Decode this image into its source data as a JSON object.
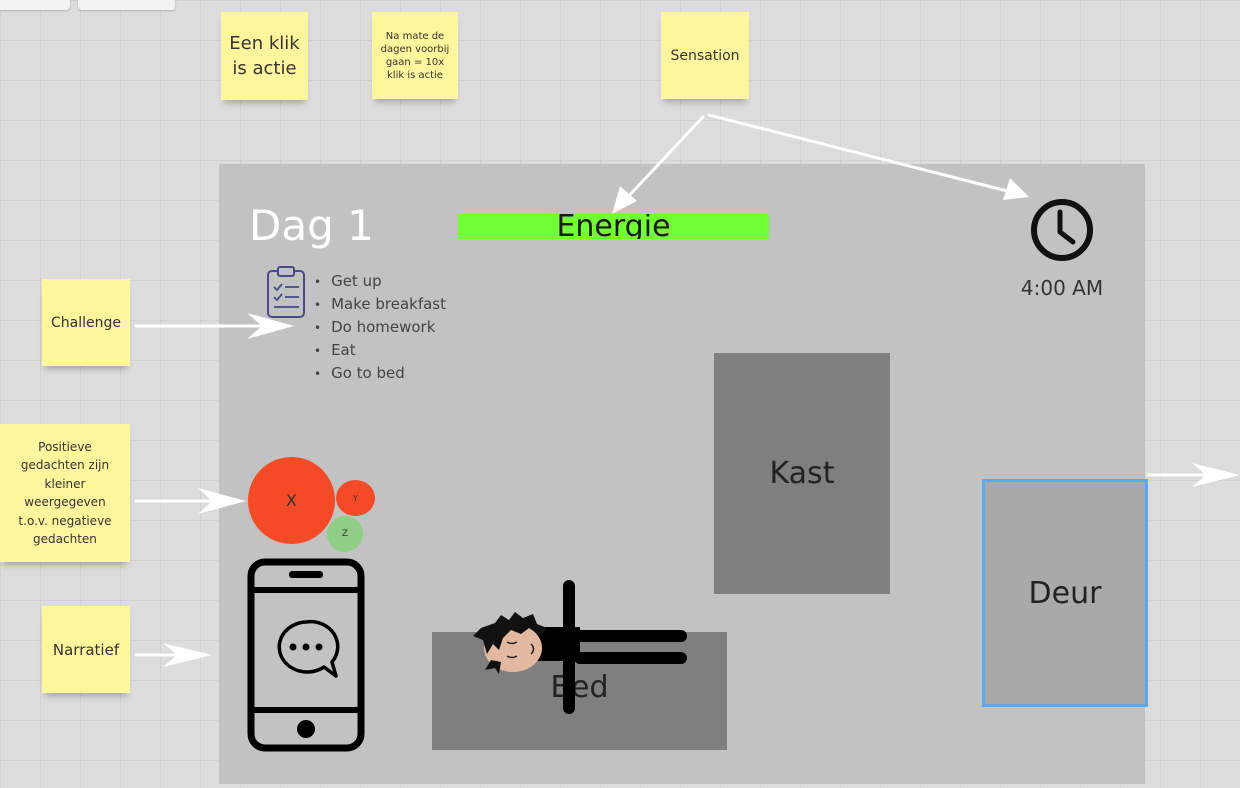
{
  "stickies": {
    "klik": "Een klik\nis actie",
    "dagen": "Na mate de\ndagen voorbij\ngaan = 10x\nklik is actie",
    "sensation": "Sensation",
    "challenge": "Challenge",
    "positieve": "Positieve\ngedachten zijn\nkleiner\nweergegeven\nt.o.v. negatieve\ngedachten",
    "narratief": "Narratief"
  },
  "room": {
    "title": "Dag 1",
    "energy_label": "Energie",
    "clock_time": "4:00 AM",
    "tasks": [
      "Get up",
      "Make breakfast",
      "Do homework",
      "Eat",
      "Go to bed"
    ],
    "kast_label": "Kast",
    "deur_label": "Deur",
    "bed_label": "Bed"
  },
  "thoughts": {
    "big": "X",
    "small_red": "Y",
    "small_green": "Z"
  },
  "icons": {
    "clipboard": "clipboard-icon",
    "clock": "clock-icon",
    "phone": "smartphone-chat-icon",
    "character": "sleeping-character"
  },
  "colors": {
    "sticky": "#fff59d",
    "energy_bar": "#72ff33",
    "negative_thought": "#f44a26",
    "positive_thought": "#8fce84",
    "door_border": "#5aa9f0",
    "furniture": "#7f7f7f"
  }
}
